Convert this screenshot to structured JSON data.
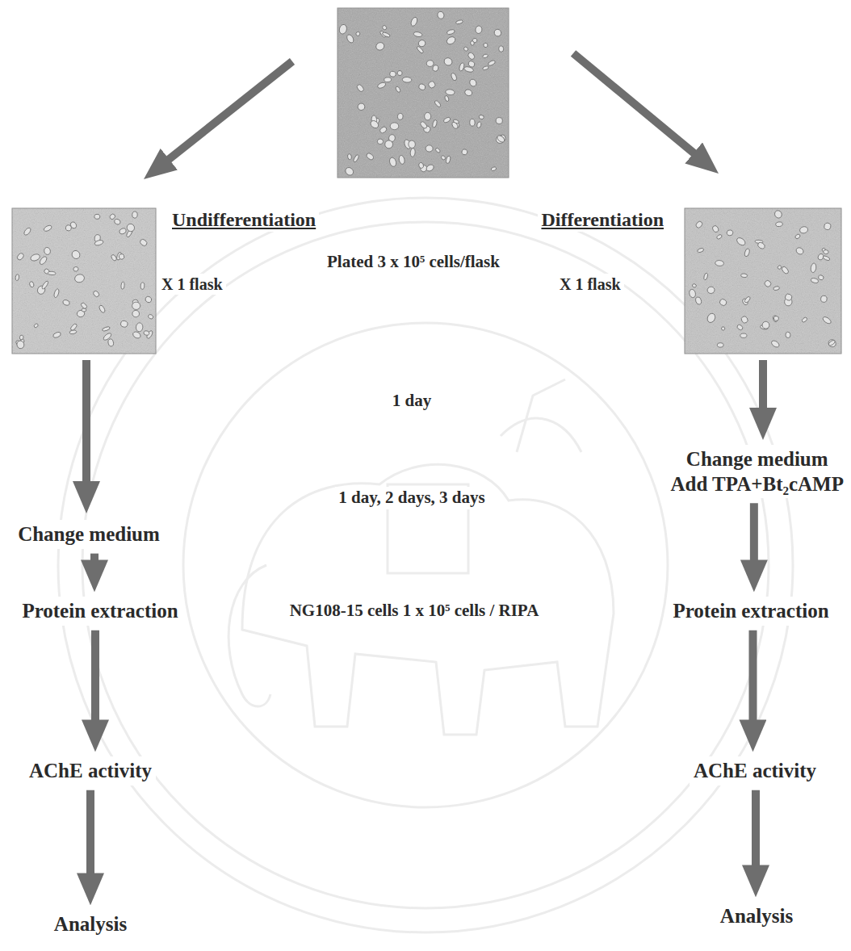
{
  "diagram": {
    "nodes": [
      {
        "text": [
          "Change medium"
        ]
      },
      {
        "text": [
          "Change medium",
          "Add TPA+Bt₂cAMP"
        ]
      },
      {
        "text": [
          "Protein extraction"
        ]
      },
      {
        "text": [
          "Protein extraction"
        ]
      },
      {
        "text": [
          "AChE activity"
        ]
      },
      {
        "text": [
          "AChE activity"
        ]
      },
      {
        "text": [
          "Analysis"
        ]
      },
      {
        "text": [
          "Analysis"
        ]
      }
    ],
    "edges": [
      {
        "from": 0,
        "to": 2,
        "arrow": "to"
      },
      {
        "from": 2,
        "to": 4,
        "arrow": "to"
      },
      {
        "from": 4,
        "to": 6,
        "arrow": "to"
      },
      {
        "from": 1,
        "to": 3,
        "arrow": "to"
      },
      {
        "from": 3,
        "to": 5,
        "arrow": "to"
      },
      {
        "from": 5,
        "to": 7,
        "arrow": "to"
      }
    ],
    "labels": [
      "Undifferentiation",
      "Differentiation",
      "Plated 3 x 10⁵ cells/flask",
      "X 1 flask",
      "X 1 flask",
      "1 day",
      "1 day, 2 days, 3 days",
      "NG108-15 cells 1 x 10⁵ cells / RIPA"
    ]
  }
}
